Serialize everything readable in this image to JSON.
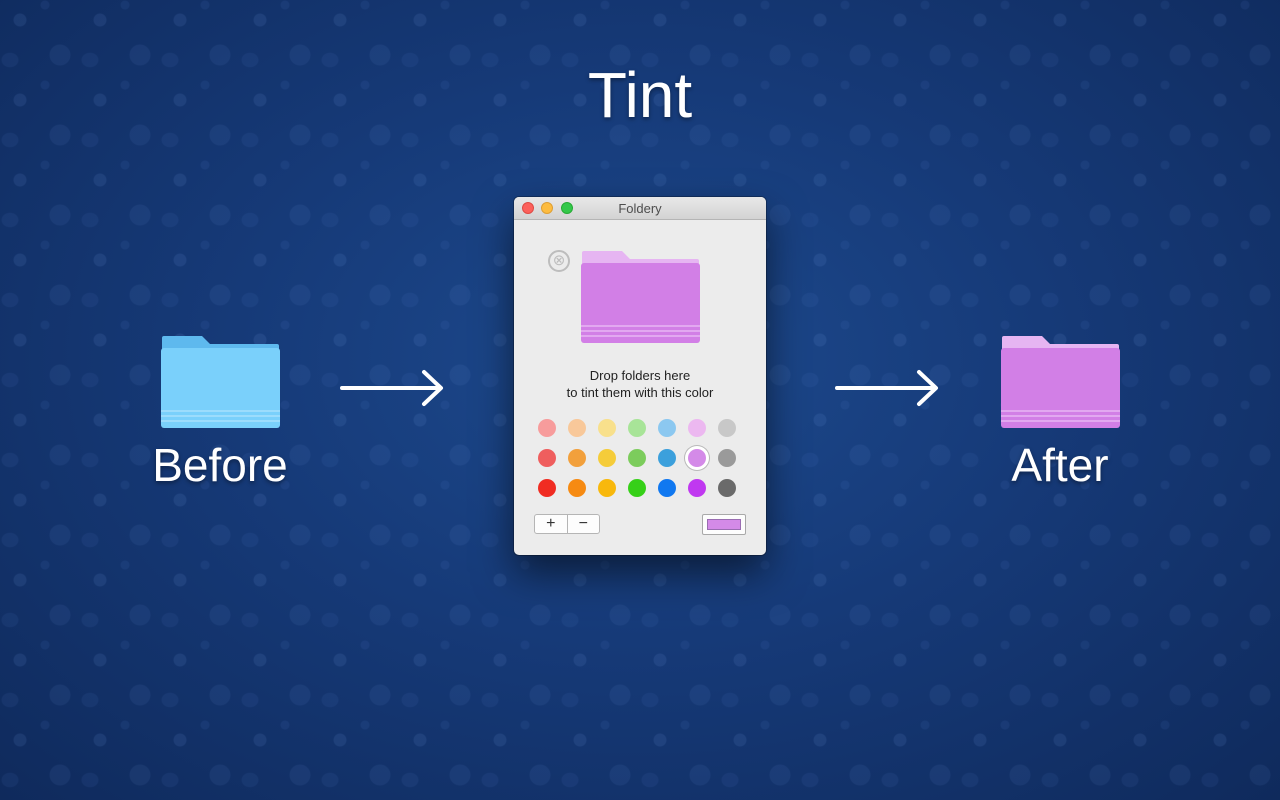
{
  "headline": "Tint",
  "before_label": "Before",
  "after_label": "After",
  "window": {
    "title": "Foldery",
    "clear_symbol": "⊗",
    "drop_line1": "Drop folders here",
    "drop_line2": "to tint them with this color",
    "add_label": "+",
    "remove_label": "−",
    "selected_color": "#d48ae8"
  },
  "swatch_rows": [
    [
      "#f79c9c",
      "#f8c89a",
      "#f8e08c",
      "#a8e498",
      "#8cc8f0",
      "#ecb8f0",
      "#c8c8c8"
    ],
    [
      "#ef5e5e",
      "#f2a03c",
      "#f5cc3a",
      "#7ccc5c",
      "#3ca0dc",
      "#d48ae8",
      "#9a9a9a"
    ],
    [
      "#f02c22",
      "#f68a12",
      "#f8b80c",
      "#36d018",
      "#1078f0",
      "#c038f0",
      "#6a6a6a"
    ]
  ],
  "selected_swatch": "row2-col6",
  "colors": {
    "before_folder": "#7ad0fb",
    "after_folder": "#d27fe6"
  }
}
